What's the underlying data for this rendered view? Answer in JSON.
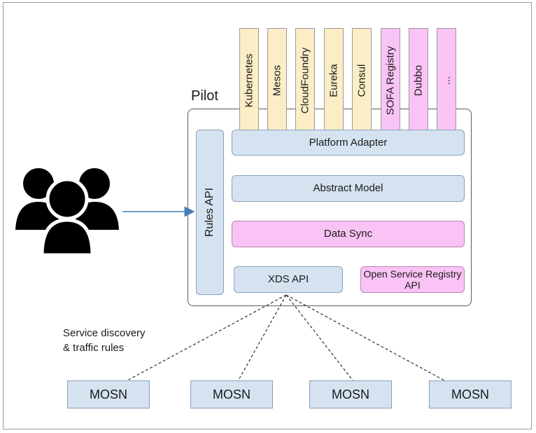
{
  "pilot": {
    "title": "Pilot",
    "adapters": [
      {
        "label": "Kubernetes",
        "color": "#fbeec7"
      },
      {
        "label": "Mesos",
        "color": "#fbeec7"
      },
      {
        "label": "CloudFoundry",
        "color": "#fbeec7"
      },
      {
        "label": "Eureka",
        "color": "#fbeec7"
      },
      {
        "label": "Consul",
        "color": "#fbeec7"
      },
      {
        "label": "SOFA Registry",
        "color": "#fac3f5"
      },
      {
        "label": "Dubbo",
        "color": "#fac3f5"
      },
      {
        "label": "...",
        "color": "#fac3f5"
      }
    ],
    "rules_api": "Rules API",
    "platform_adapter": "Platform Adapter",
    "abstract_model": "Abstract Model",
    "data_sync": "Data Sync",
    "xds_api": "XDS API",
    "open_registry_api": "Open Service Registry API"
  },
  "caption": {
    "line1": "Service discovery",
    "line2": "& traffic rules"
  },
  "mosn_nodes": [
    "MOSN",
    "MOSN",
    "MOSN",
    "MOSN"
  ],
  "icons": {
    "users": "users-group-icon",
    "arrow": "arrow-right-icon"
  },
  "colors": {
    "blue_fill": "#d5e3f1",
    "yellow_fill": "#fbeec7",
    "pink_fill": "#fac3f5",
    "arrow": "#4a7ab8"
  }
}
